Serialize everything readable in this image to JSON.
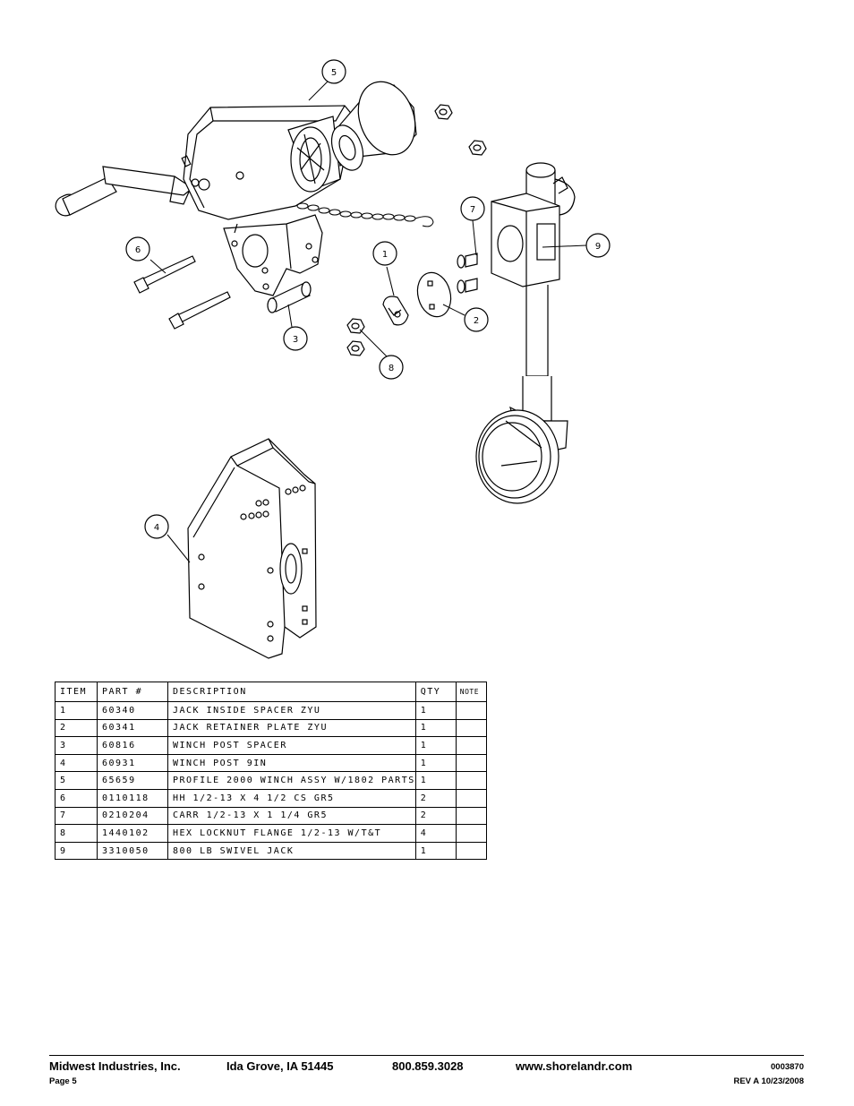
{
  "diagram": {
    "callouts": [
      "1",
      "2",
      "3",
      "4",
      "5",
      "6",
      "7",
      "8",
      "9"
    ]
  },
  "bom": {
    "headers": [
      "ITEM",
      "PART #",
      "DESCRIPTION",
      "QTY",
      "NOTE"
    ],
    "rows": [
      [
        "1",
        "60340",
        "JACK INSIDE SPACER ZYU",
        "1",
        ""
      ],
      [
        "2",
        "60341",
        "JACK RETAINER PLATE ZYU",
        "1",
        ""
      ],
      [
        "3",
        "60816",
        "WINCH POST SPACER",
        "1",
        ""
      ],
      [
        "4",
        "60931",
        "WINCH POST 9IN",
        "1",
        ""
      ],
      [
        "5",
        "65659",
        "PROFILE 2000 WINCH ASSY W/1802 PARTS",
        "1",
        ""
      ],
      [
        "6",
        "0110118",
        "HH 1/2-13 X 4 1/2 CS GR5",
        "2",
        ""
      ],
      [
        "7",
        "0210204",
        "CARR 1/2-13 X 1 1/4 GR5",
        "2",
        ""
      ],
      [
        "8",
        "1440102",
        "HEX LOCKNUT FLANGE 1/2-13 W/T&T",
        "4",
        ""
      ],
      [
        "9",
        "3310050",
        "800 LB SWIVEL JACK",
        "1",
        ""
      ]
    ]
  },
  "footer": {
    "company": "Midwest Industries, Inc.",
    "location": "Ida Grove, IA  51445",
    "phone": "800.859.3028",
    "website": "www.shorelandr.com",
    "doc_number": "0003870",
    "page": "Page 5",
    "revision": "REV A  10/23/2008"
  }
}
